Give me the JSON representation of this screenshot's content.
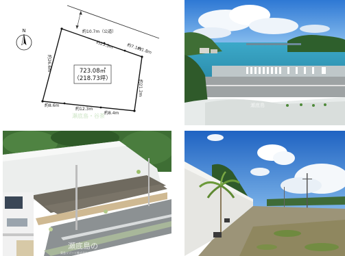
{
  "plan": {
    "compass": "N",
    "road_width": "約10.7m（公道）",
    "dim_top": "約25.5m",
    "dim_top_right_a": "約7.1m",
    "dim_top_right_b": "約1.8m",
    "dim_left": "約26.6m",
    "dim_right": "約21.2m",
    "dim_bottom_left": "約8.6m",
    "dim_bottom_mid": "約12.3m",
    "dim_bottom_right": "約8.4m",
    "area_sqm": "723.08㎡",
    "area_tsubo": "（218.73坪）",
    "watermark": "瀬底島・谷茶"
  },
  "photos": {
    "aerial_watermark": "瀬底島の",
    "aerial_watermark_sub": "東急リゾート株式会社 沖縄センター"
  }
}
